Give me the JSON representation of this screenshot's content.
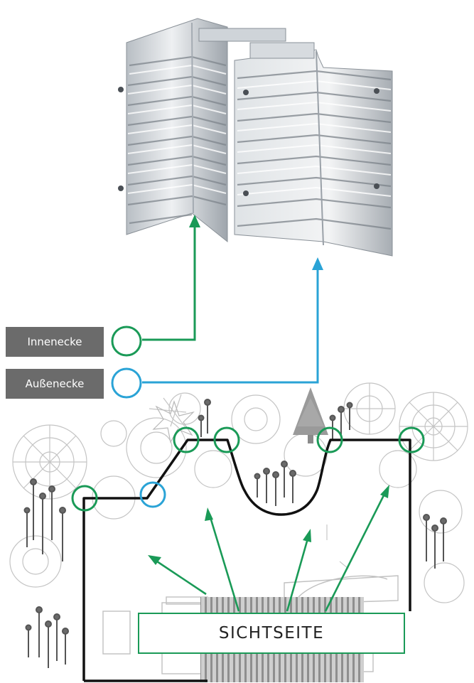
{
  "labels": {
    "inner_corner": "Innenecke",
    "outer_corner": "Außenecke",
    "visible_side": "SICHTSEITE"
  },
  "colors": {
    "inner_corner": "#1a9a57",
    "outer_corner": "#2aa3d6",
    "label_bg": "#6b6b6b",
    "border_line": "#111111",
    "plant_line": "#c4c4c4",
    "tree_fill": "#9a9a9a",
    "metal_light": "#e4e7ea",
    "metal_dark": "#9aa1a8"
  },
  "icons": {
    "corner_piece": "metal-corner-piece-photo",
    "plants": "garden-plants-illustration",
    "bed": "garden-bed-outline"
  }
}
